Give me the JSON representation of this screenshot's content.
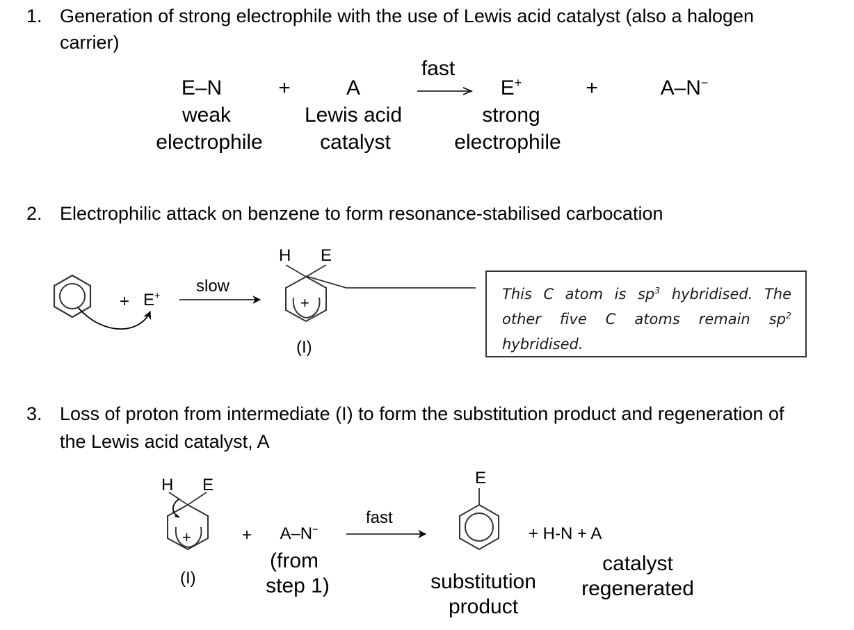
{
  "steps": [
    {
      "number": "1.",
      "heading_line1": "Generation of strong electrophile with the use of Lewis acid catalyst (also a halogen",
      "heading_line2": "carrier)",
      "reaction": {
        "reactant1": "E–N",
        "reactant1_label_line1": "weak",
        "reactant1_label_line2": "electrophile",
        "plus1": "+",
        "reactant2": "A",
        "reactant2_label_line1": "Lewis acid",
        "reactant2_label_line2": "catalyst",
        "arrow_label": "fast",
        "product1_base": "E",
        "product1_charge": "+",
        "product1_label_line1": "strong",
        "product1_label_line2": "electrophile",
        "plus2": "+",
        "product2_base": "A–N",
        "product2_charge": "−"
      }
    },
    {
      "number": "2.",
      "heading": "Electrophilic attack on benzene to form resonance-stabilised carbocation",
      "reaction": {
        "plus": "+",
        "electrophile_base": "E",
        "electrophile_charge": "+",
        "arrow_label": "slow",
        "intermediate_h": "H",
        "intermediate_e": "E",
        "ring_charge": "+",
        "intermediate_label": "(I)"
      },
      "note": {
        "part1": "This C atom is sp",
        "sup1": "3",
        "part2": " hybridised. The other five C atoms remain sp",
        "sup2": "2",
        "part3": " hybridised."
      }
    },
    {
      "number": "3.",
      "heading_line1": "Loss of proton from intermediate (I) to form the substitution product and regeneration of",
      "heading_line2": "the Lewis acid catalyst, A",
      "reaction": {
        "intermediate_h": "H",
        "intermediate_e": "E",
        "ring_charge": "+",
        "intermediate_label": "(I)",
        "plus1": "+",
        "reagent_base": "A–N",
        "reagent_charge": "−",
        "reagent_label_line1": "(from",
        "reagent_label_line2": "step 1)",
        "arrow_label": "fast",
        "product_e": "E",
        "product_label_line1": "substitution",
        "product_label_line2": "product",
        "byproducts": "+ H-N + A",
        "catalyst_label_line1": "catalyst",
        "catalyst_label_line2": "regenerated"
      }
    }
  ]
}
